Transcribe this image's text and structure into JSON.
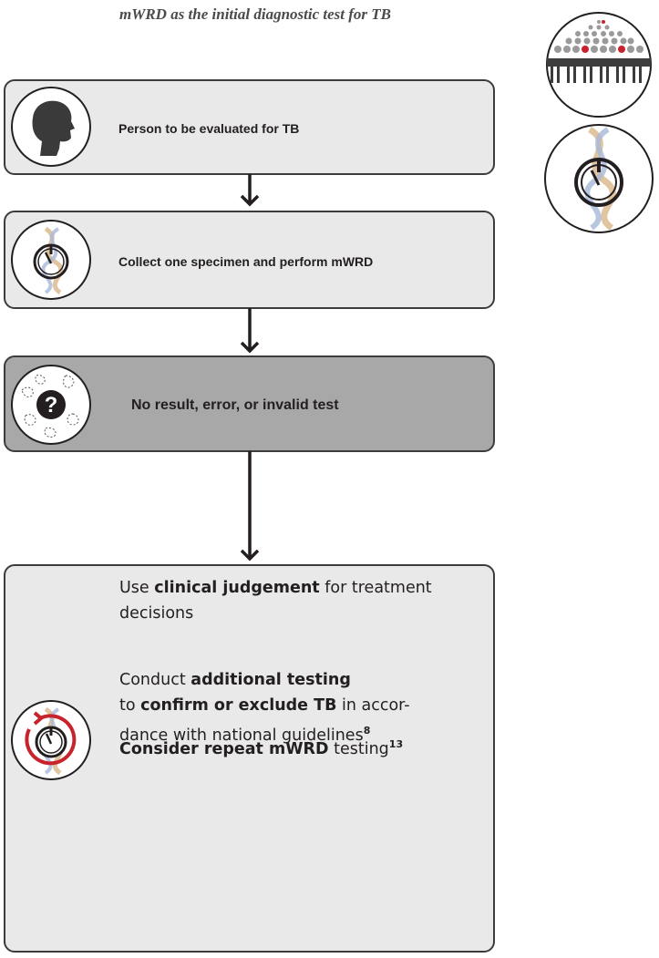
{
  "title": "mWRD as the initial diagnostic test for TB",
  "steps": [
    {
      "label": "Person to be evaluated for TB"
    },
    {
      "label": "Collect one specimen and perform mWRD"
    },
    {
      "label": "No result, error, or invalid test"
    }
  ],
  "outcome": {
    "clinical": {
      "prefix": "Use ",
      "bold": "clinical judgement",
      "suffix": " for treatment",
      "line2": "decisions"
    },
    "additional": {
      "prefix": "Conduct ",
      "bold1": "additional testing",
      "line2_prefix": "to ",
      "bold2": "confirm or exclude TB",
      "line2_suffix": " in accor-",
      "line3": "dance with national guidelines",
      "ref": "8"
    },
    "repeat": {
      "bold": "Consider repeat mWRD",
      "suffix": " testing",
      "ref": "13"
    }
  },
  "colors": {
    "box_light": "#e9e9e9",
    "box_dark": "#a8a8a8",
    "border": "#3c3c3c",
    "accent_red": "#c8232c"
  },
  "icons": [
    "person-head-icon",
    "mwrd-dna-timer-icon",
    "question-sputum-icon",
    "repeat-mwrd-icon",
    "population-icon",
    "mwrd-dna-timer-legend-icon"
  ]
}
